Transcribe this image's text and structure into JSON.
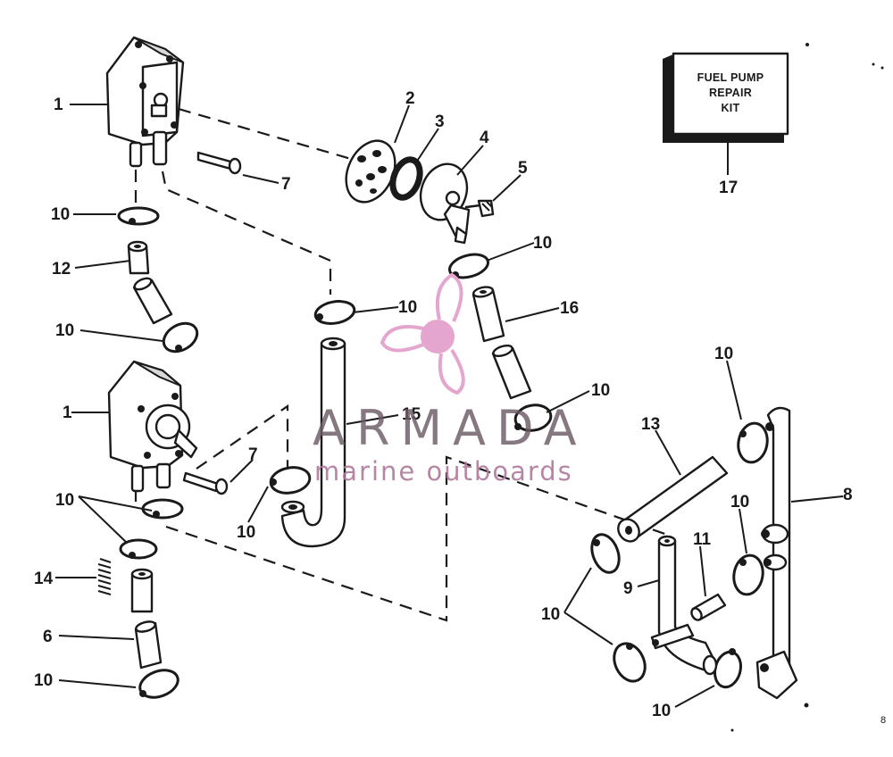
{
  "diagram": {
    "kit_label": [
      "FUEL PUMP",
      "REPAIR",
      "KIT"
    ],
    "corner_mark": "8",
    "callouts": {
      "c1a": "1",
      "c1b": "1",
      "c2": "2",
      "c3": "3",
      "c4": "4",
      "c5": "5",
      "c6": "6",
      "c7a": "7",
      "c7b": "7",
      "c8": "8",
      "c9": "9",
      "c10a": "10",
      "c10b": "10",
      "c10c": "10",
      "c10d": "10",
      "c10e": "10",
      "c10f": "10",
      "c10g": "10",
      "c10h": "10",
      "c10i": "10",
      "c10j": "10",
      "c10k": "10",
      "c10l": "10",
      "c11": "11",
      "c12": "12",
      "c13": "13",
      "c14": "14",
      "c15": "15",
      "c16": "16",
      "c17": "17"
    }
  },
  "watermark": {
    "brand": "ARMADA",
    "tagline": "marine outboards",
    "color_pink": "#e4a6cf",
    "color_gray": "#6b5b66"
  }
}
